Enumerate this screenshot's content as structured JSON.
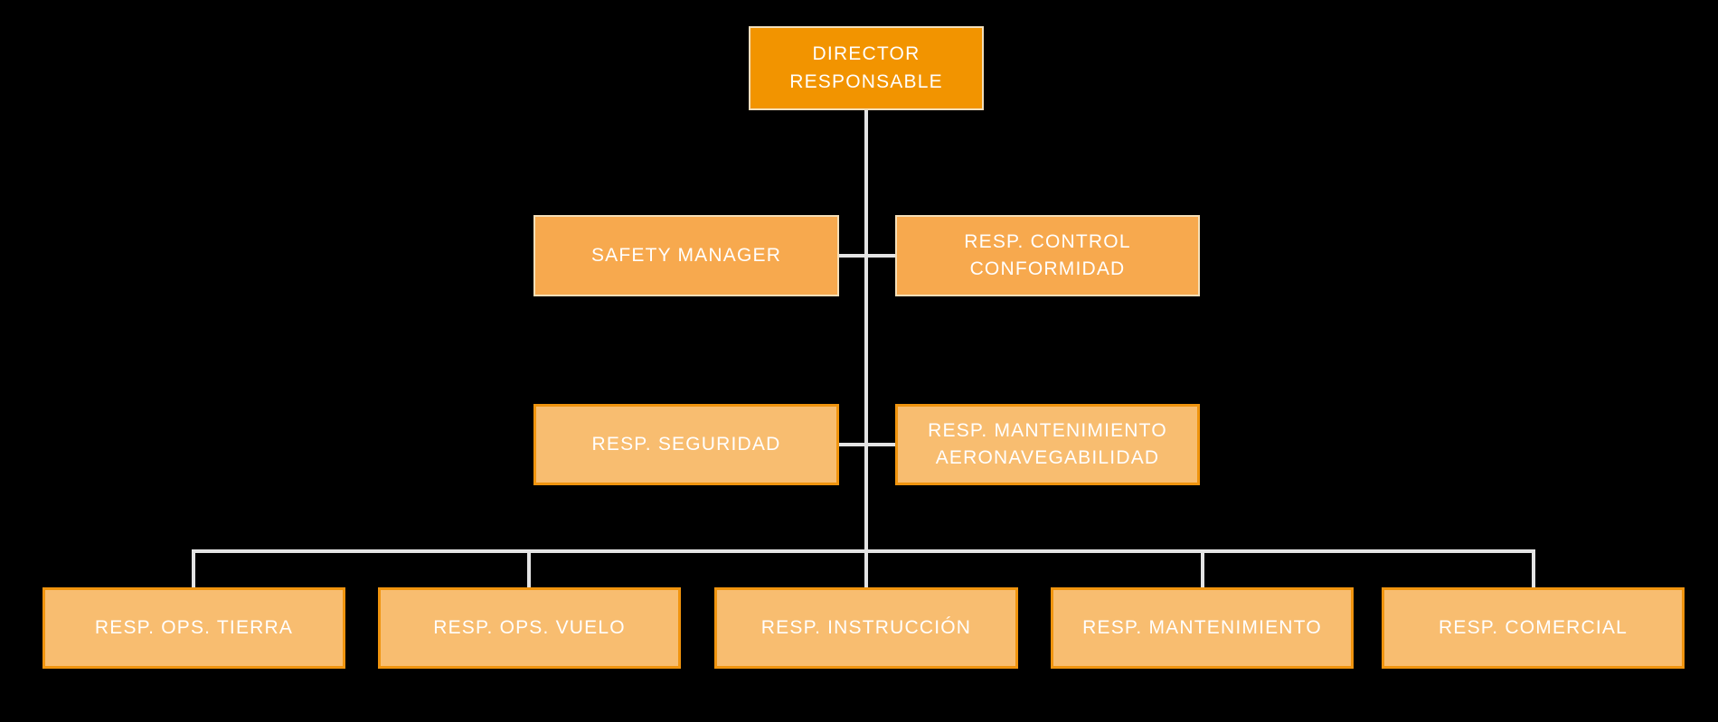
{
  "background_color": "#000000",
  "connector_color": "#E4E4E4",
  "colors": {
    "level1_fill": "#F29400",
    "level1_border": "#F2DEBB",
    "level2_fill": "#F7A94E",
    "level2_border": "#F5DFB8",
    "level3_fill": "#F8BD70",
    "level3_border": "#F0940E",
    "text": "#FFFFFF"
  },
  "org_chart": {
    "root": {
      "label": "DIRECTOR\nRESPONSABLE"
    },
    "staff_row_1": [
      {
        "label": "SAFETY MANAGER"
      },
      {
        "label": "RESP. CONTROL\nCONFORMIDAD"
      }
    ],
    "staff_row_2": [
      {
        "label": "RESP. SEGURIDAD"
      },
      {
        "label": "RESP. MANTENIMIENTO\nAERONAVEGABILIDAD"
      }
    ],
    "bottom_row": [
      {
        "label": "RESP. OPS. TIERRA"
      },
      {
        "label": "RESP. OPS. VUELO"
      },
      {
        "label": "RESP. INSTRUCCIÓN"
      },
      {
        "label": "RESP. MANTENIMIENTO"
      },
      {
        "label": "RESP. COMERCIAL"
      }
    ]
  }
}
